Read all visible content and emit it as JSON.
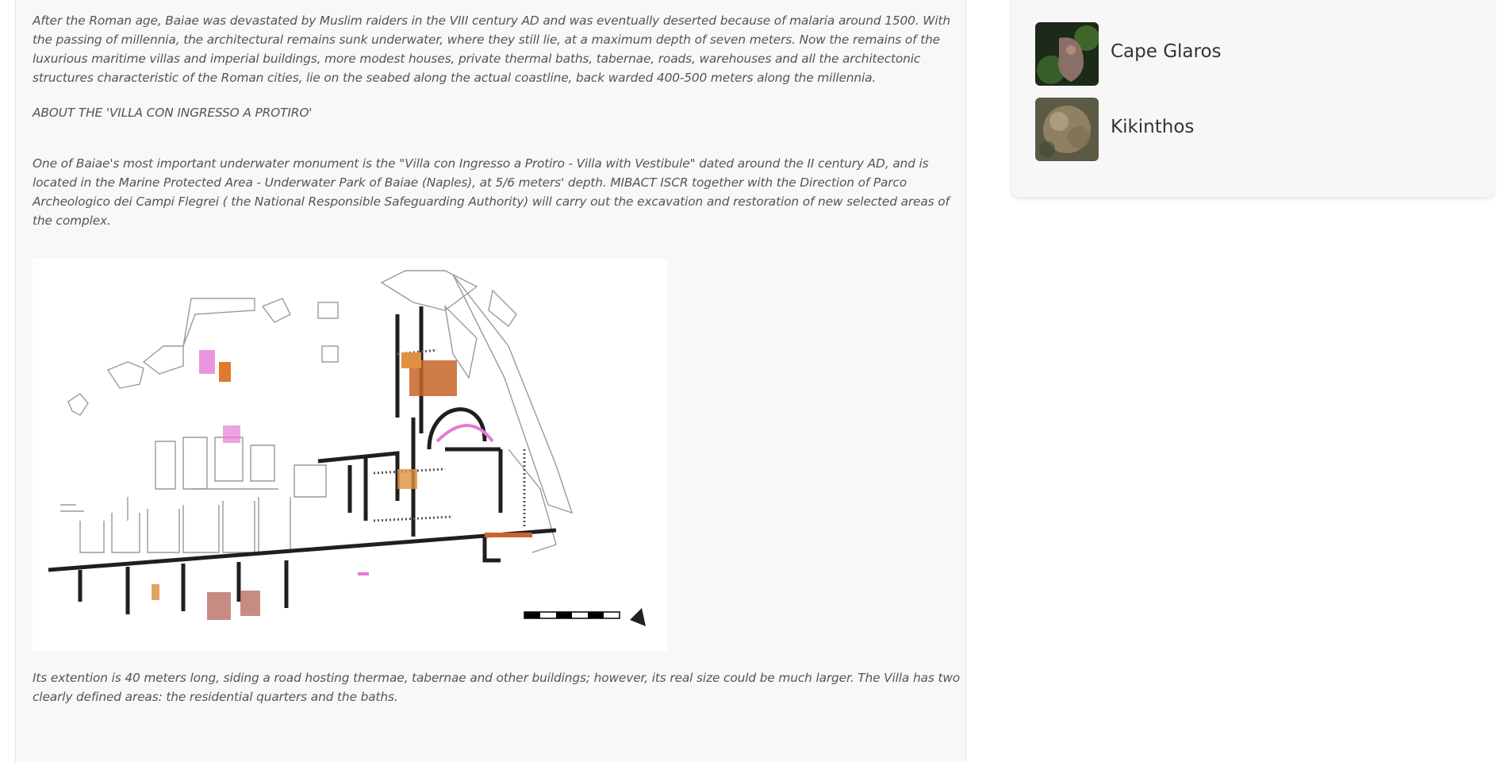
{
  "article": {
    "paragraphs": [
      "After the Roman age, Baiae was devastated by Muslim raiders in the VIII century AD and was eventually deserted because of malaria around 1500. With the passing of millennia, the architectural remains sunk underwater, where they still lie, at a maximum depth of seven meters. Now the remains of the luxurious maritime villas and imperial buildings, more modest houses, private thermal baths, tabernae, roads, warehouses and all the architectonic structures characteristic of the Roman cities, lie on the seabed along the actual coastline, back warded 400-500 meters along the millennia.",
      "ABOUT THE 'VILLA CON INGRESSO A PROTIRO'",
      "One of Baiae's most important underwater monument is the \"Villa con Ingresso a Protiro - Villa with Vestibule\" dated around the II century AD, and is located in the Marine Protected Area - Underwater Park of Baiae (Naples), at 5/6 meters' depth. MIBACT ISCR together with the Direction of Parco Archeologico dei Campi Flegrei ( the National Responsible Safeguarding Authority) will carry out the excavation and restoration of new selected areas of the complex.",
      "Its extention is 40 meters long, siding a road hosting thermae, tabernae and other buildings; however, its real size could be much larger. The Villa has two clearly defined areas: the residential quarters and the baths."
    ]
  },
  "sidebar": {
    "sites": [
      {
        "label": "Cape Glaros"
      },
      {
        "label": "Kikinthos"
      }
    ]
  },
  "colors": {
    "text": "#555555",
    "article_bg": "#f8f8f8",
    "plan_orange": "#c8642a",
    "plan_pink": "#e67ad6"
  }
}
